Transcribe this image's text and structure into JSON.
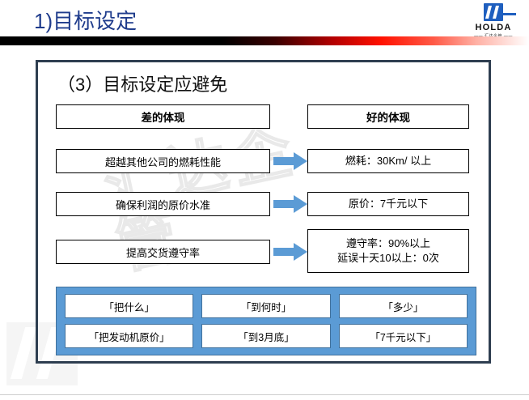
{
  "header": {
    "title": "1)目标设定",
    "logo": {
      "wordmark": "HOLDA",
      "subtext": "—— 汇达企管 ——",
      "mark_color": "#1f5fbf"
    },
    "rule_colors": [
      "#000000",
      "#ff1100",
      "#ffffff"
    ]
  },
  "watermark": {
    "text": "汇达企管"
  },
  "content": {
    "section_heading": "（3）目标设定应避免",
    "columns": {
      "bad_label": "差的体现",
      "good_label": "好的体现"
    },
    "rows": [
      {
        "bad": "超越其他公司的燃耗性能",
        "arrow": "arrow-right",
        "good_lines": [
          "燃耗：30Km/ 以上"
        ]
      },
      {
        "bad": "确保利润的原价水准",
        "arrow": "arrow-right",
        "good_lines": [
          "原价：7千元以下"
        ]
      },
      {
        "bad": "提高交货遵守率",
        "arrow": "arrow-right",
        "good_lines": [
          "遵守率：90%以上",
          "延误十天10以上：0次"
        ]
      }
    ],
    "criteria_panel": {
      "background_color": "#5b9bd5",
      "chips": [
        "「把什么」",
        "「到何时」",
        "「多少」",
        "「把发动机原价」",
        "「到3月底」",
        "「7千元以下」"
      ]
    }
  },
  "colors": {
    "title_blue": "#1f3c8c",
    "frame_navy": "#2e3e50",
    "arrow_blue": "#5b9bd5",
    "panel_blue": "#5b9bd5",
    "panel_border": "#41719c"
  }
}
